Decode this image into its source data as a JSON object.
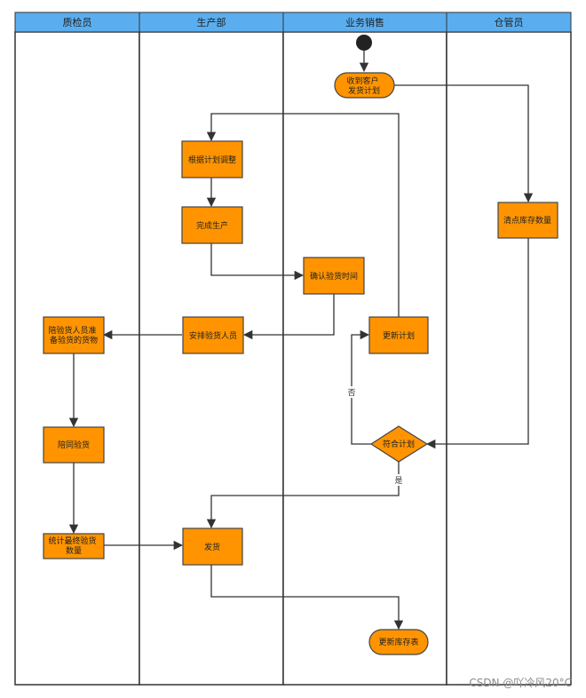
{
  "lanes": [
    "质检员",
    "生产部",
    "业务销售",
    "仓管员"
  ],
  "nodes": {
    "receive": [
      "收到客户",
      "发货计划"
    ],
    "adjust": [
      "根据计划调整"
    ],
    "complete": [
      "完成生产"
    ],
    "confirm_time": [
      "确认验货时间"
    ],
    "arrange": [
      "安排验货人员"
    ],
    "accompany_prep": [
      "陪验货人员准",
      "备验货的货物"
    ],
    "update_plan": [
      "更新计划"
    ],
    "count_stock": [
      "清点库存数量"
    ],
    "decision": [
      "符合计划"
    ],
    "accompany": [
      "陪同验货"
    ],
    "tally": [
      "统计最终验货",
      "数量"
    ],
    "ship": [
      "发货"
    ],
    "update_stock": [
      "更新库存表"
    ]
  },
  "edge_labels": {
    "no": "否",
    "yes": "是"
  },
  "watermark": "CSDN @吖冷风20°C"
}
